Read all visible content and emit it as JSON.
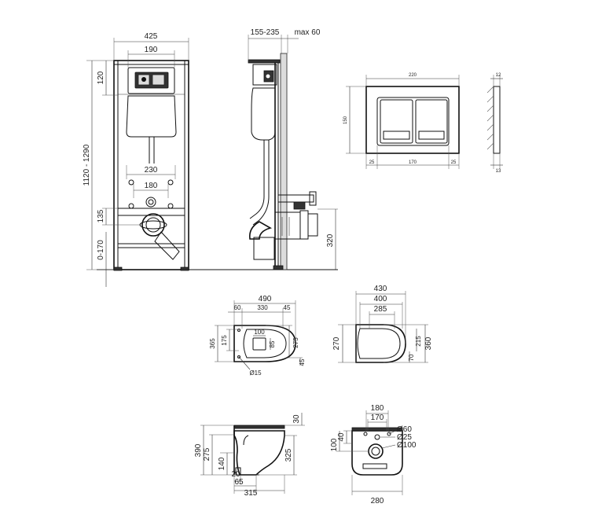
{
  "frame_front": {
    "width_total": "425",
    "width_top": "190",
    "height_top": "120",
    "height_total": "1120 - 1290",
    "dist_230": "230",
    "dist_180": "180",
    "height_135": "135",
    "height_0_170": "0-170"
  },
  "frame_side": {
    "depth": "155-235",
    "max_wall": "max 60",
    "height_320": "320"
  },
  "flush_plate": {
    "width": "220",
    "depth": "12",
    "height": "150",
    "margin_left": "25",
    "inner_width": "170",
    "margin_right": "25",
    "thickness": "13"
  },
  "toilet_top": {
    "width_490": "490",
    "d60": "60",
    "d330": "330",
    "d45_top": "45",
    "h365": "365",
    "h175": "175",
    "d100": "100",
    "d85": "85",
    "h275": "275",
    "d45_side": "45",
    "hole": "Ø15"
  },
  "seat_top": {
    "w430": "430",
    "w400": "400",
    "w285": "285",
    "h270": "270",
    "d70": "70",
    "h215": "215",
    "h360": "360"
  },
  "toilet_side": {
    "d30": "30",
    "h390": "390",
    "h275": "275",
    "h140": "140",
    "h325": "325",
    "d20": "20",
    "d65": "65",
    "w315": "315"
  },
  "toilet_back": {
    "w180": "180",
    "w170": "170",
    "d40": "40",
    "d100": "100",
    "dia60": "Ø60",
    "dia25": "Ø25",
    "dia100": "Ø100",
    "w280": "280"
  }
}
